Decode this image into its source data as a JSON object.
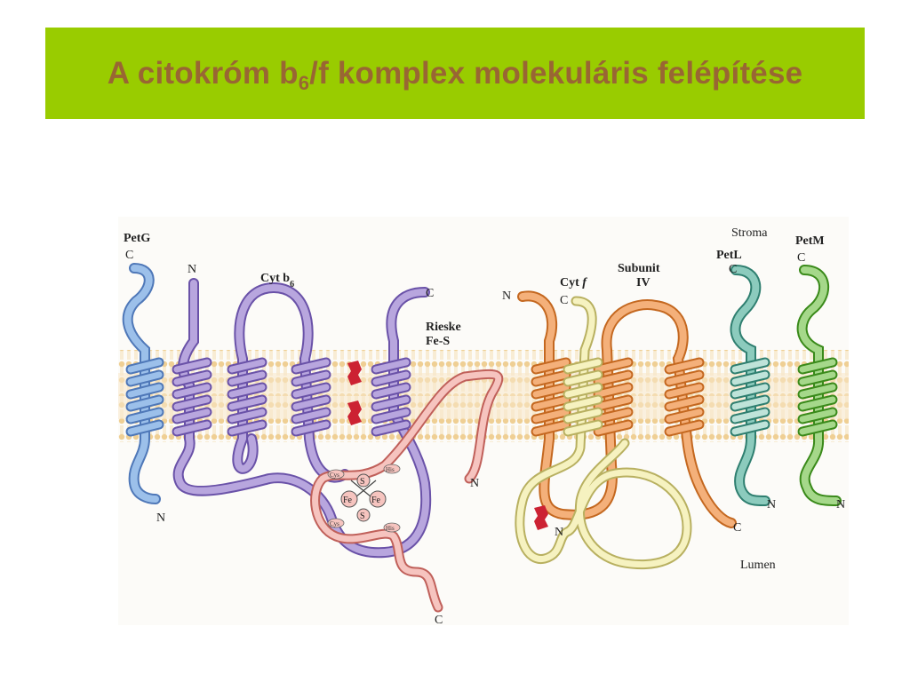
{
  "slide": {
    "title_main": "A citokróm b",
    "title_sub": "6",
    "title_rest": "/f komplex molekuláris felépítése"
  },
  "colors": {
    "title_bar": "#99cc00",
    "title_text": "#996633",
    "membrane": "#f4d9a8",
    "petg": "#7ba3d6",
    "cytb6": "#a58fcc",
    "rieske": "#f0aaa3",
    "cytf": "#f0ecaa",
    "subunit4": "#f0a060",
    "petl": "#5fb0a0",
    "petm": "#66bb33",
    "heme": "#cc2233"
  },
  "diagram": {
    "stroma": "Stroma",
    "lumen": "Lumen",
    "petg": "PetG",
    "cytb6_main": "Cyt b",
    "cytb6_sub": "6",
    "rieske_1": "Rieske",
    "rieske_2": "Fe-S",
    "cytf_main": "Cyt ",
    "cytf_italic": "f",
    "subunit_1": "Subunit",
    "subunit_2": "IV",
    "petl": "PetL",
    "petm": "PetM",
    "term_c": "C",
    "term_n": "N",
    "fe": "Fe",
    "s": "S",
    "cys": "Cys",
    "his": "His"
  }
}
